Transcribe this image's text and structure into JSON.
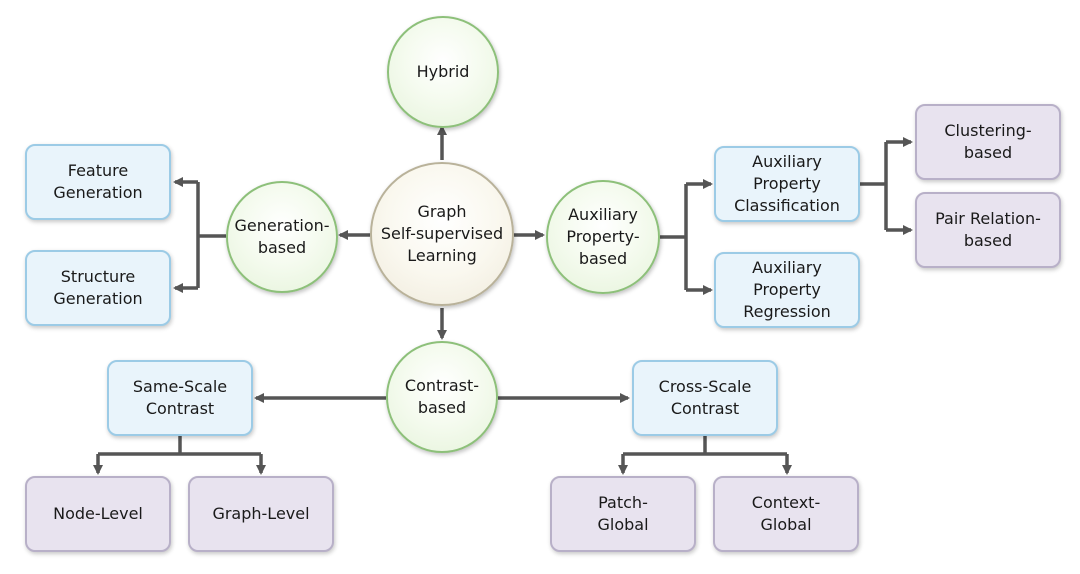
{
  "nodes": {
    "hybrid": "Hybrid",
    "center": "Graph\nSelf-supervised\nLearning",
    "generation_based": "Generation-\nbased",
    "auxiliary_property_based": "Auxiliary\nProperty-\nbased",
    "contrast_based": "Contrast-\nbased",
    "feature_generation": "Feature\nGeneration",
    "structure_generation": "Structure\nGeneration",
    "auxiliary_property_classification": "Auxiliary\nProperty\nClassification",
    "auxiliary_property_regression": "Auxiliary\nProperty\nRegression",
    "clustering_based": "Clustering-\nbased",
    "pair_relation_based": "Pair Relation-\nbased",
    "same_scale_contrast": "Same-Scale\nContrast",
    "cross_scale_contrast": "Cross-Scale\nContrast",
    "node_level": "Node-Level",
    "graph_level": "Graph-Level",
    "patch_global": "Patch-\nGlobal",
    "context_global": "Context-\nGlobal"
  },
  "colors": {
    "connector": "#555555",
    "circle_border": "#8dc07a",
    "blue_box_fill": "#e9f4fb",
    "blue_box_border": "#9ccbe6",
    "lavender_box_fill": "#e8e3ef",
    "lavender_box_border": "#b8b0c8"
  }
}
